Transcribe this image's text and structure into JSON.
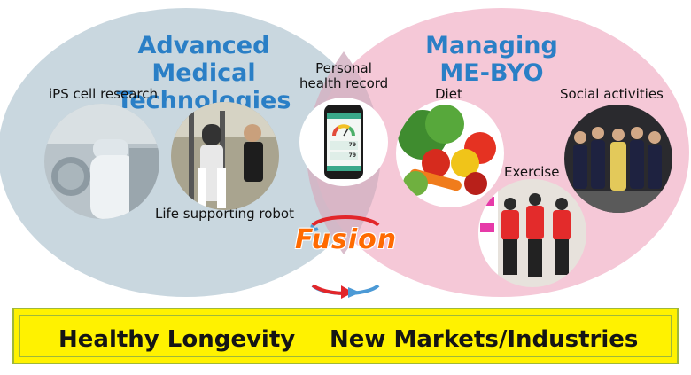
{
  "left_circle": {
    "title_line1": "Advanced Medical",
    "title_line2": "Technologies",
    "items": [
      {
        "label": "iPS cell research"
      },
      {
        "label": "Life supporting robot"
      }
    ]
  },
  "right_circle": {
    "title_line1": "Managing",
    "title_line2": "ME-BYO",
    "items": [
      {
        "label": "Diet"
      },
      {
        "label": "Exercise"
      },
      {
        "label": "Social activities"
      }
    ]
  },
  "center": {
    "label_line1": "Personal",
    "label_line2": "health record",
    "phone": {
      "row1_value": "79",
      "row2_value": "79"
    },
    "fusion_label": "Fusion"
  },
  "banner": {
    "left_text": "Healthy Longevity",
    "right_text": "New Markets/Industries"
  },
  "colors": {
    "left_circle_fill": "#c9d7df",
    "right_circle_fill": "#f7cfdc",
    "heading_blue": "#2a7fc6",
    "fusion_orange": "#ff6a00",
    "banner_yellow": "#fff200",
    "banner_border": "#9fb83a"
  }
}
